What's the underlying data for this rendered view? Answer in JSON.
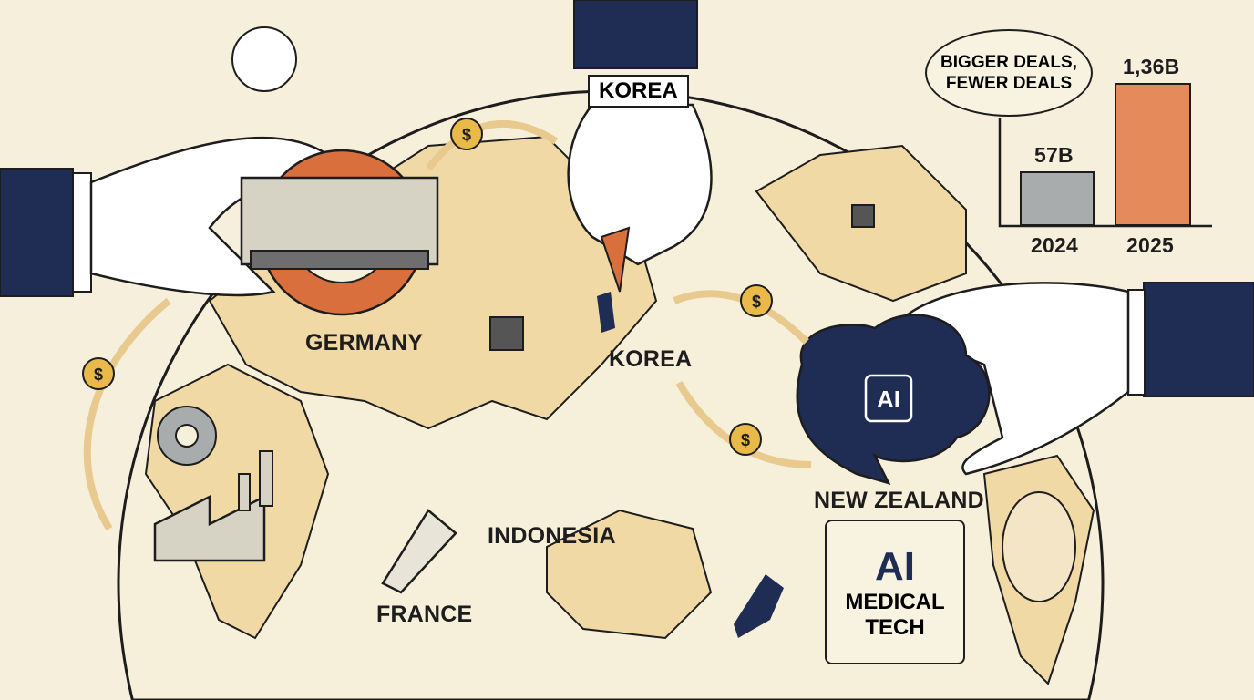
{
  "labels": {
    "korea_top": "KOREA",
    "germany": "GERMANY",
    "korea": "KOREA",
    "new_zealand": "NEW ZEALAND",
    "indonesia": "INDONESIA",
    "france": "FRANCE"
  },
  "scroll": {
    "line1": "AI",
    "line2": "MEDICAL",
    "line3": "TECH"
  },
  "brain": {
    "label": "AI"
  },
  "speech_bubble": {
    "line1": "BIGGER DEALS,",
    "line2": "FEWER DEALS"
  },
  "chart_data": {
    "type": "bar",
    "categories": [
      "2024",
      "2025"
    ],
    "value_labels": [
      "57B",
      "1,36B"
    ],
    "colors": [
      "#a9acad",
      "#e58a5a"
    ]
  },
  "colors": {
    "background": "#f5efdc",
    "land": "#f0d9a4",
    "navy": "#1f2d55",
    "gear": "#d96f3c",
    "coin": "#e9b949"
  },
  "icons": [
    "dollar-coin-icon",
    "gear-icon",
    "chip-icon",
    "factory-icon",
    "ultrasound-probe-icon",
    "brain-icon",
    "dog-icon"
  ]
}
